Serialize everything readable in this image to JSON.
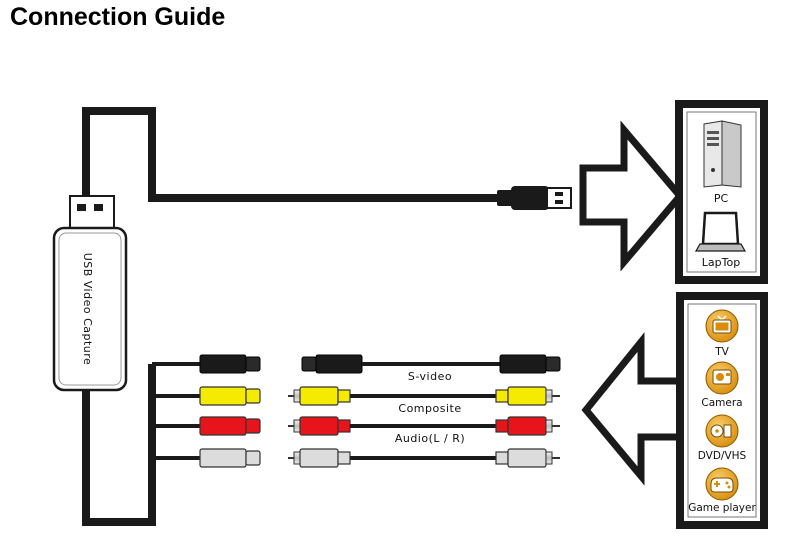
{
  "title": "Connection Guide",
  "device": {
    "label": "USB Video Capture"
  },
  "computers": {
    "items": [
      {
        "label": "PC"
      },
      {
        "label": "LapTop"
      }
    ]
  },
  "sources": {
    "items": [
      {
        "label": "TV"
      },
      {
        "label": "Camera"
      },
      {
        "label": "DVD/VHS"
      },
      {
        "label": "Game player"
      }
    ]
  },
  "cables": {
    "items": [
      {
        "label": "S-video",
        "type": "svideo"
      },
      {
        "label": "Composite",
        "type": "rca",
        "color": "#f5eb00"
      },
      {
        "label": "Audio(L / R)",
        "type": "rca",
        "color": "#e8141b"
      },
      {
        "label": "",
        "type": "rca",
        "color": "#dcdcdc"
      }
    ]
  },
  "colors": {
    "video": "#f5eb00",
    "audio_r": "#e8141b",
    "audio_l": "#dcdcdc",
    "plug": "#1a1a1a",
    "icon_orange": "#e7a21a"
  }
}
